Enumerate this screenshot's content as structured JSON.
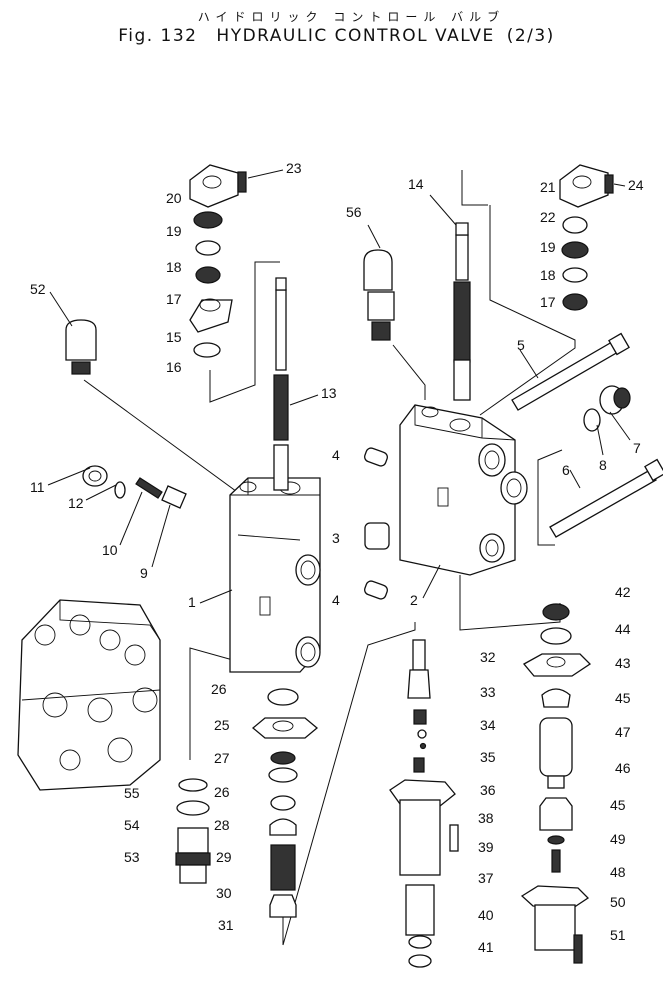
{
  "title": {
    "japanese": "ハイドロリック コントロール バルブ",
    "fig": "Fig. 132",
    "name": "HYDRAULIC CONTROL VALVE",
    "sheet": "(2/3)"
  },
  "callouts": [
    "1",
    "2",
    "3",
    "4",
    "4",
    "5",
    "6",
    "7",
    "8",
    "9",
    "10",
    "11",
    "12",
    "13",
    "14",
    "15",
    "16",
    "17",
    "17",
    "18",
    "18",
    "19",
    "19",
    "20",
    "21",
    "22",
    "23",
    "24",
    "25",
    "26",
    "26",
    "27",
    "28",
    "29",
    "30",
    "31",
    "32",
    "33",
    "34",
    "35",
    "36",
    "37",
    "38",
    "39",
    "40",
    "41",
    "42",
    "43",
    "44",
    "45",
    "45",
    "46",
    "47",
    "48",
    "49",
    "50",
    "51",
    "52",
    "53",
    "54",
    "55",
    "56"
  ]
}
